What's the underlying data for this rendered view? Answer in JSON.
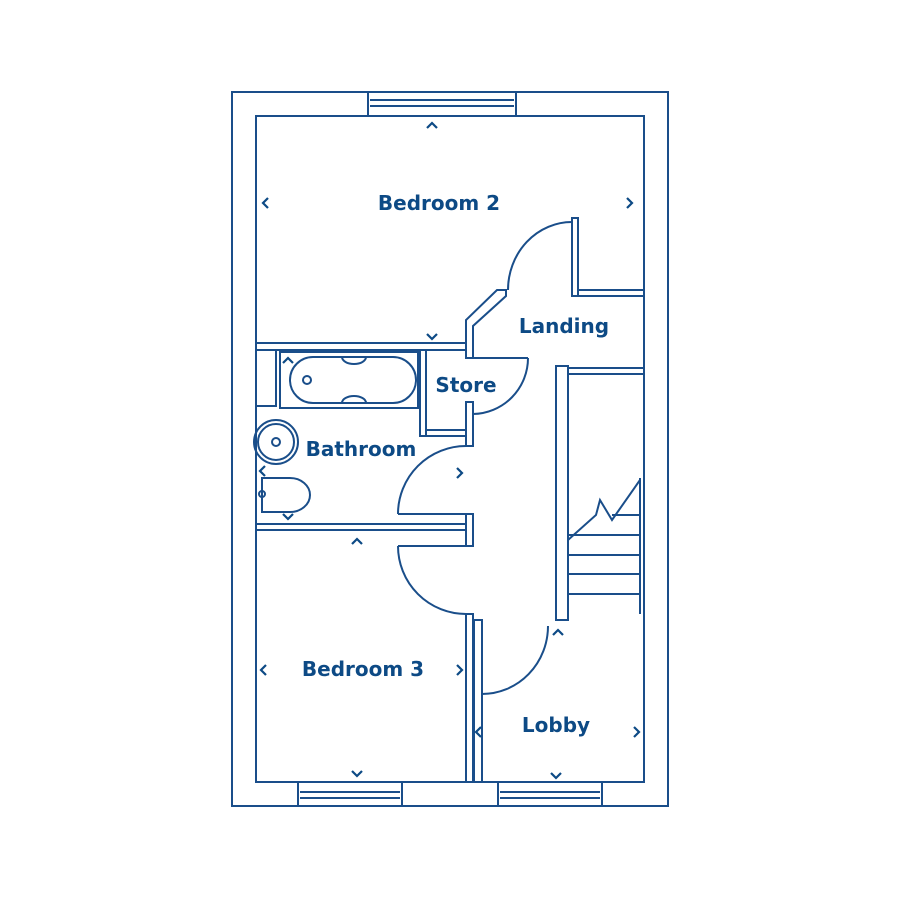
{
  "plan": {
    "rooms": [
      {
        "label": "Bedroom 2"
      },
      {
        "label": "Landing"
      },
      {
        "label": "Store"
      },
      {
        "label": "Bathroom"
      },
      {
        "label": "Bedroom 3"
      },
      {
        "label": "Lobby"
      }
    ]
  },
  "colors": {
    "line": "#1a4e8a",
    "text": "#0d4a85",
    "floor": "#ececec"
  }
}
